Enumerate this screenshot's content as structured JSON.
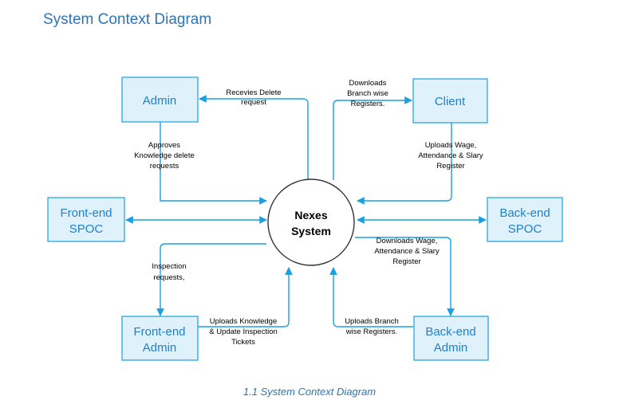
{
  "page": {
    "heading": "System Context Diagram",
    "caption": "1.1 System Context Diagram"
  },
  "diagram": {
    "center": {
      "line1": "Nexes",
      "line2": "System"
    },
    "nodes": {
      "admin": {
        "line1": "Admin"
      },
      "client": {
        "line1": "Client"
      },
      "frontend_spoc": {
        "line1": "Front-end",
        "line2": "SPOC"
      },
      "backend_spoc": {
        "line1": "Back-end",
        "line2": "SPOC"
      },
      "frontend_admin": {
        "line1": "Front-end",
        "line2": "Admin"
      },
      "backend_admin": {
        "line1": "Back-end",
        "line2": "Admin"
      }
    },
    "edges": {
      "recevies_delete": [
        "Recevies Delete",
        "request"
      ],
      "approves_delete": [
        "Approves",
        "Knowledge delete",
        "requests"
      ],
      "downloads_branch": [
        "Downloads",
        "Branch wise",
        "Registers."
      ],
      "uploads_wage": [
        "Uploads Wage,",
        "Attendance & Slary",
        "Register"
      ],
      "downloads_wage": [
        "Downloads Wage,",
        "Attendance & Slary",
        "Register"
      ],
      "inspection_requests": [
        "Inspection",
        "requests,"
      ],
      "uploads_knowledge": [
        "Uploads Knowledge",
        "& Update Inspection",
        "Tickets"
      ],
      "uploads_branch": [
        "Uploads Branch",
        "wise Registers."
      ]
    },
    "colors": {
      "line": "#1aa0e0",
      "box_fill": "#dff2fb",
      "box_text": "#1f7fc9",
      "heading": "#2e74b5"
    }
  }
}
